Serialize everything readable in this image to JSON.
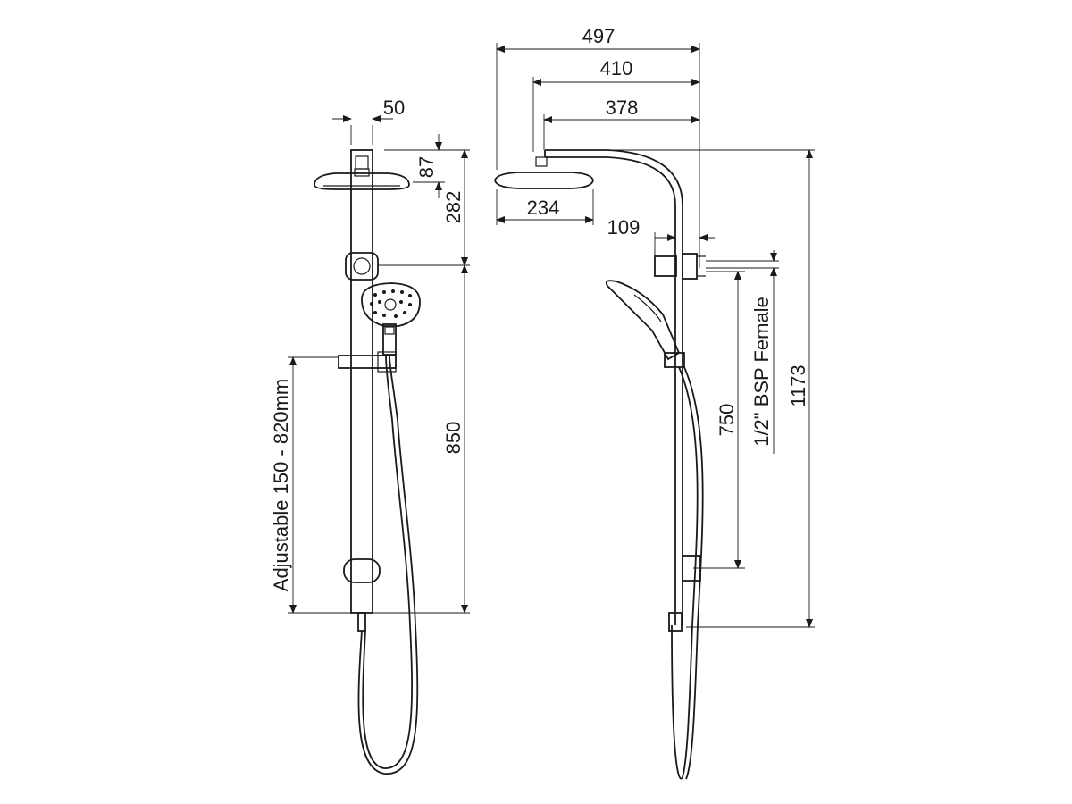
{
  "dimensions": {
    "front_rail_width": "50",
    "front_head_height": "87",
    "front_head_to_holder": "282",
    "front_holder_span": "850",
    "front_adjustable": "Adjustable 150 - 820mm",
    "side_projection_overall": "497",
    "side_projection_arm": "410",
    "side_projection_arm_inner": "378",
    "side_head_diameter": "234",
    "side_wall_offset": "109",
    "side_connection": "1/2\" BSP Female",
    "side_bracket_span": "750",
    "side_overall_height": "1173"
  },
  "colors": {
    "line": "#1a1a1a",
    "background": "#ffffff"
  }
}
